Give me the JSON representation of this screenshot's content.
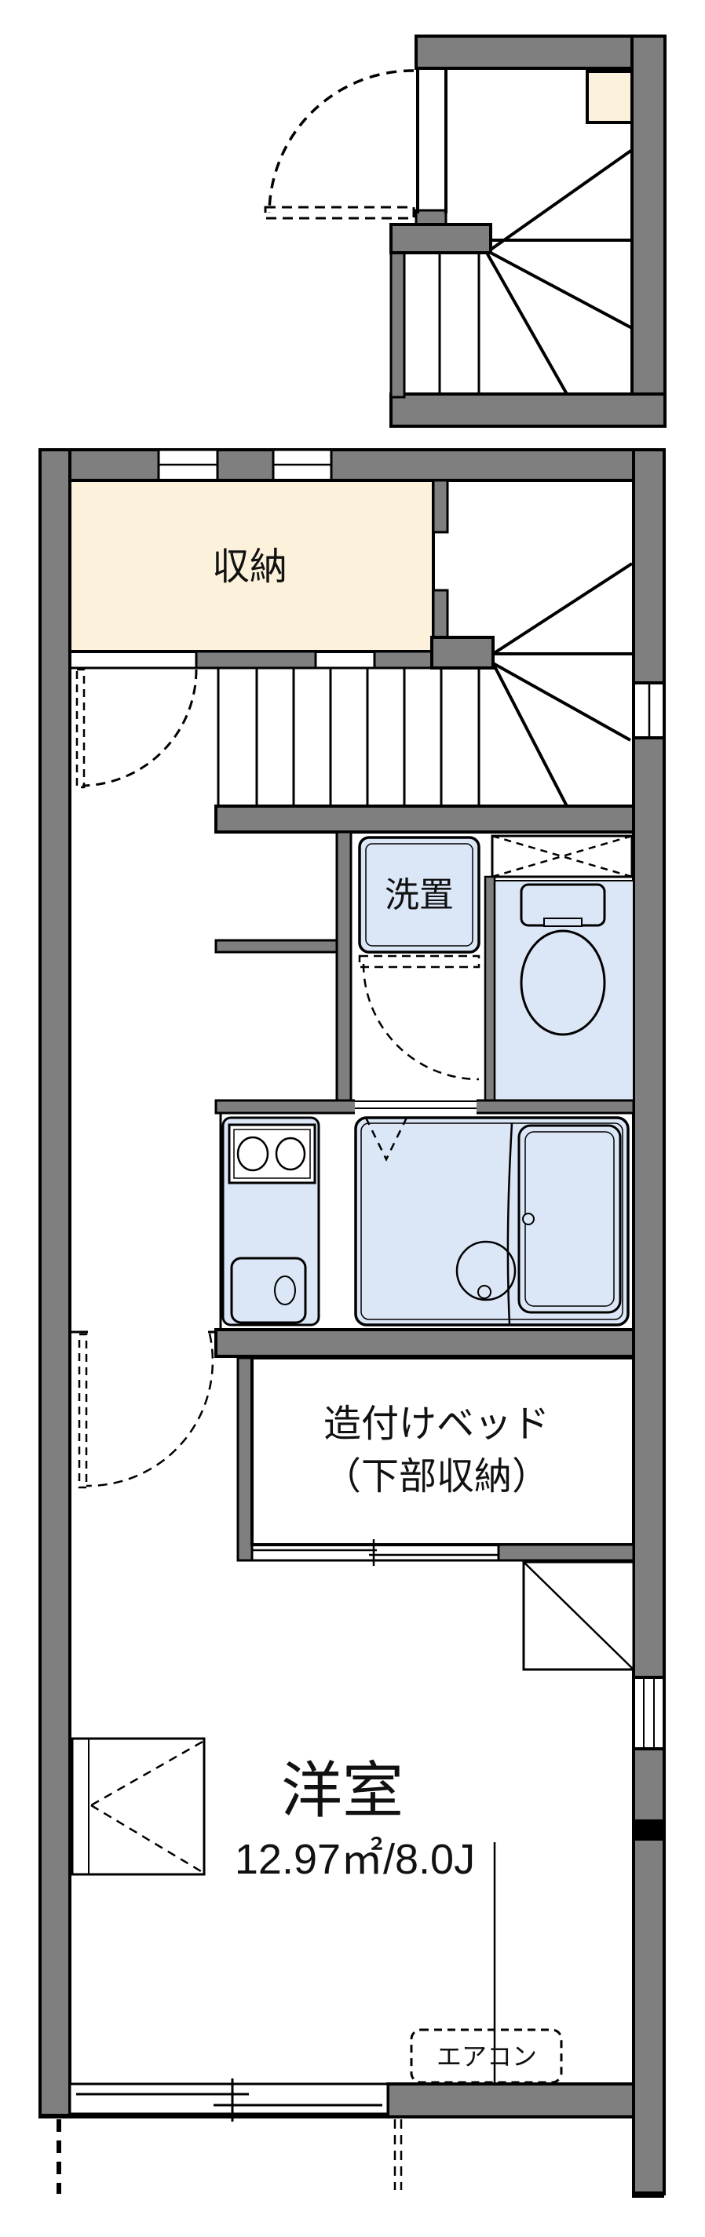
{
  "title": "apartment-floor-plan",
  "labels": {
    "closet": "収納",
    "laundry": "洗置",
    "bed_line1": "造付けベッド",
    "bed_line2": "（下部収納）",
    "room_name": "洋室",
    "room_size": "12.97㎡/8.0J",
    "aircon": "エアコン"
  },
  "colors": {
    "wall_gray": "#7f7f7f",
    "closet_cream": "#fcf2db",
    "fixture_blue": "#dbe6f6",
    "line_black": "#000000",
    "background": "#ffffff"
  }
}
